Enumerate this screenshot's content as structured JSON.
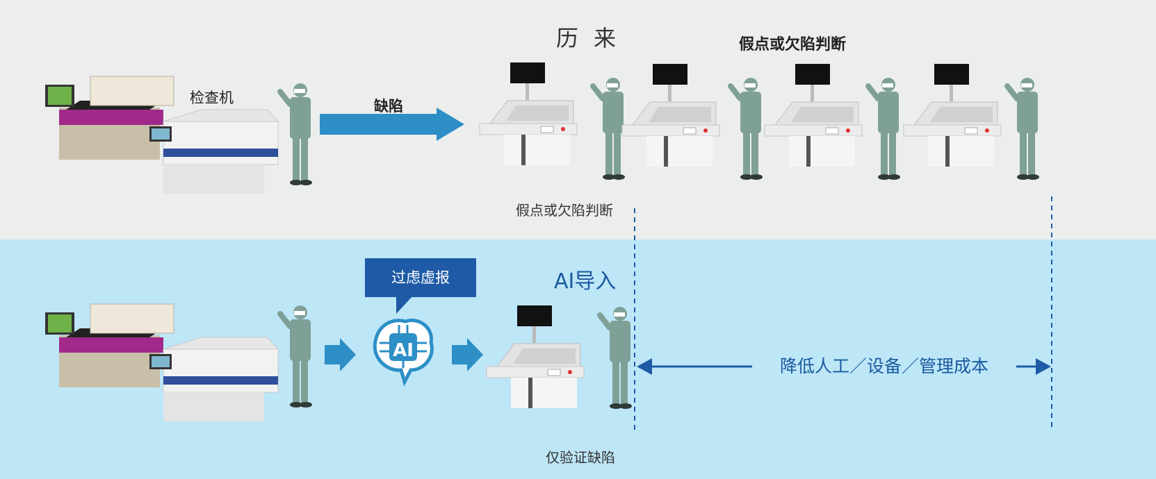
{
  "labels": {
    "history": "历来",
    "judge_bold": "假点或欠陷判断",
    "machine": "检查机",
    "defect": "缺陷",
    "judge": "假点或欠陷判断",
    "ai_intro": "AI导入",
    "verify_only": "仅验证缺陷",
    "filter_callout": "过虑虚报",
    "cost_reduction": "降低人工／设备／管理成本",
    "ai_badge": "AI"
  },
  "colors": {
    "top_band": "#eceeee",
    "bottom_band": "#bde6f7",
    "arrow_blue": "#2d8fc6",
    "dark_blue": "#1e5aa5",
    "worker_green": "#7fa097",
    "machine_purple": "#a0298a"
  }
}
